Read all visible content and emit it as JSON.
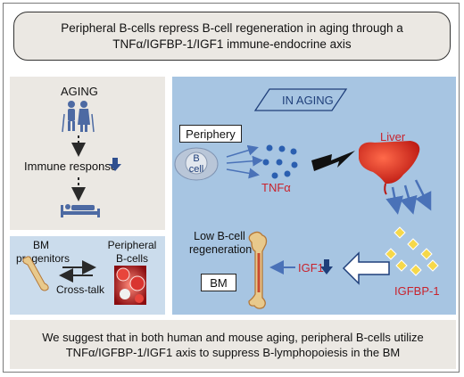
{
  "title": "Peripheral B-cells repress B-cell regeneration in aging through a TNFα/IGFBP-1/IGF1 immune-endocrine axis",
  "aging_panel": {
    "aging_label": "AGING",
    "immune_response_label": "Immune response"
  },
  "bm_panel": {
    "bm_progenitors_label": "BM progenitors",
    "peripheral_bcells_label": "Peripheral B-cells",
    "crosstalk_label": "Cross-talk"
  },
  "main_panel": {
    "in_aging_label": "IN AGING",
    "periphery_label": "Periphery",
    "bcell_label": "B cell",
    "tnfa_label": "TNFα",
    "liver_label": "Liver",
    "igfbp1_label": "IGFBP-1",
    "igf1_label": "IGF1",
    "low_regeneration_label": "Low B-cell regeneration",
    "bm_label": "BM"
  },
  "conclusion": "We suggest that in both human and mouse aging, peripheral B-cells utilize TNFα/IGFBP-1/IGF1 axis to suppress B-lymphopoiesis in the BM",
  "colors": {
    "accent_red": "#c8232d",
    "arrow_blue": "#4a72b8",
    "dark_blue": "#1f3f7a",
    "diamond_yellow": "#f6d84a"
  }
}
